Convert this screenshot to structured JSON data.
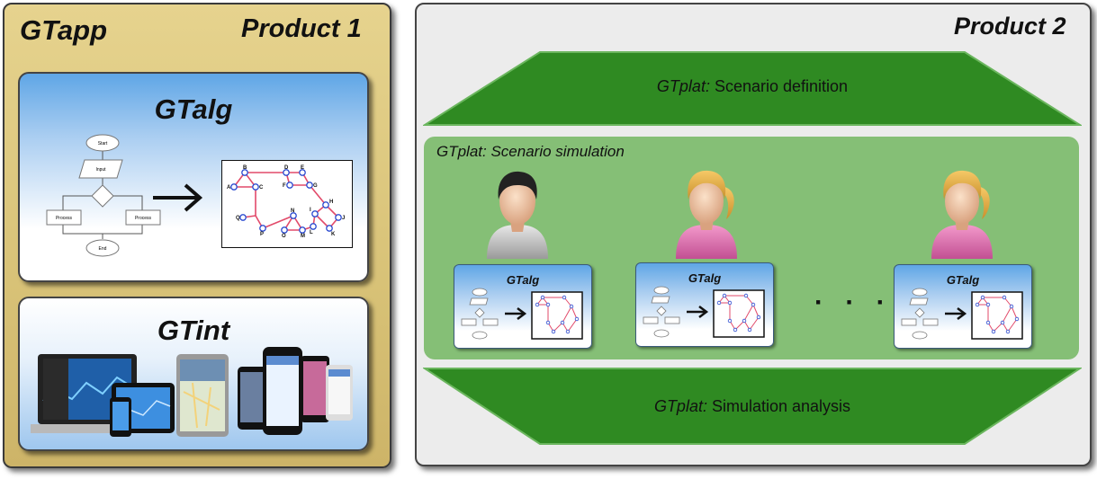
{
  "product1": {
    "app_label": "GTapp",
    "title": "Product 1",
    "gtalg": {
      "title": "GTalg",
      "flowchart": {
        "start": "Start",
        "input": "Input",
        "process_left": "Process",
        "process_right": "Process",
        "end": "End"
      },
      "graph_nodes": [
        "A",
        "B",
        "C",
        "D",
        "E",
        "F",
        "G",
        "H",
        "I",
        "J",
        "K",
        "L",
        "M",
        "N",
        "O",
        "P",
        "Q"
      ]
    },
    "gtint": {
      "title": "GTint"
    }
  },
  "product2": {
    "title": "Product 2",
    "definition": {
      "prefix": "GTplat:",
      "text": " Scenario definition"
    },
    "simulation": {
      "prefix": "GTplat:",
      "text": " Scenario simulation"
    },
    "analysis": {
      "prefix": "GTplat:",
      "text": " Simulation analysis"
    },
    "agents": [
      {
        "label": "GTalg",
        "avatar": "male"
      },
      {
        "label": "GTalg",
        "avatar": "female"
      },
      {
        "label": "GTalg",
        "avatar": "female"
      }
    ],
    "ellipsis": "· · ·"
  },
  "colors": {
    "panel_gold": "#d8c277",
    "band_green": "#2f8a22",
    "sim_green": "#85bf76",
    "card_blue": "#5fa6e6"
  }
}
